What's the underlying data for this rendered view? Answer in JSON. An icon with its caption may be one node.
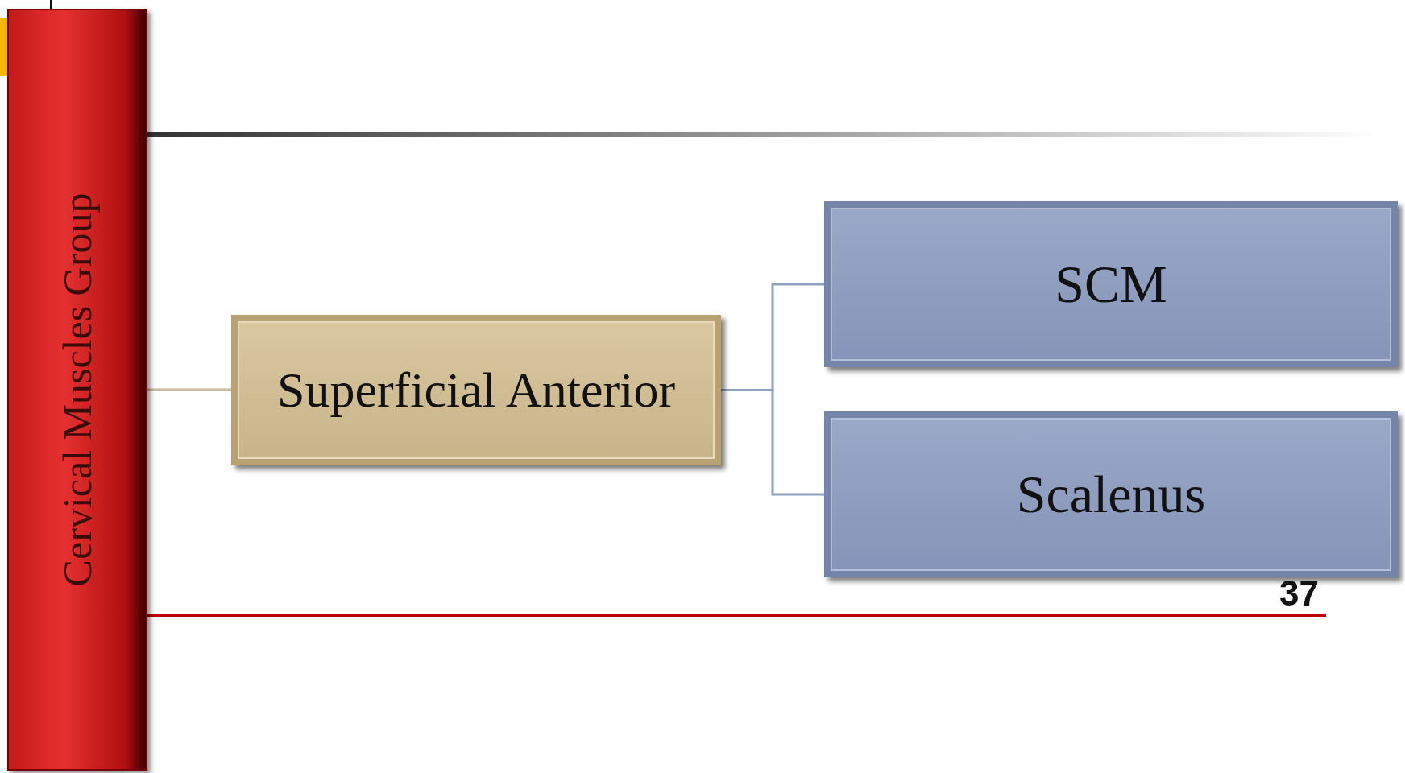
{
  "diagram": {
    "nodes": [
      {
        "text": [
          "Cervical Muscles Group"
        ]
      },
      {
        "text": [
          "Superficial Anterior"
        ]
      },
      {
        "text": [
          "SCM"
        ]
      },
      {
        "text": [
          "Scalenus"
        ]
      }
    ],
    "edges": [
      {
        "from": 0,
        "to": 1,
        "arrow": "none",
        "color": "#c9bba0"
      },
      {
        "from": 1,
        "to": 2,
        "arrow": "none"
      },
      {
        "from": 1,
        "to": 3,
        "arrow": "none"
      }
    ],
    "labels": [
      "37"
    ]
  }
}
